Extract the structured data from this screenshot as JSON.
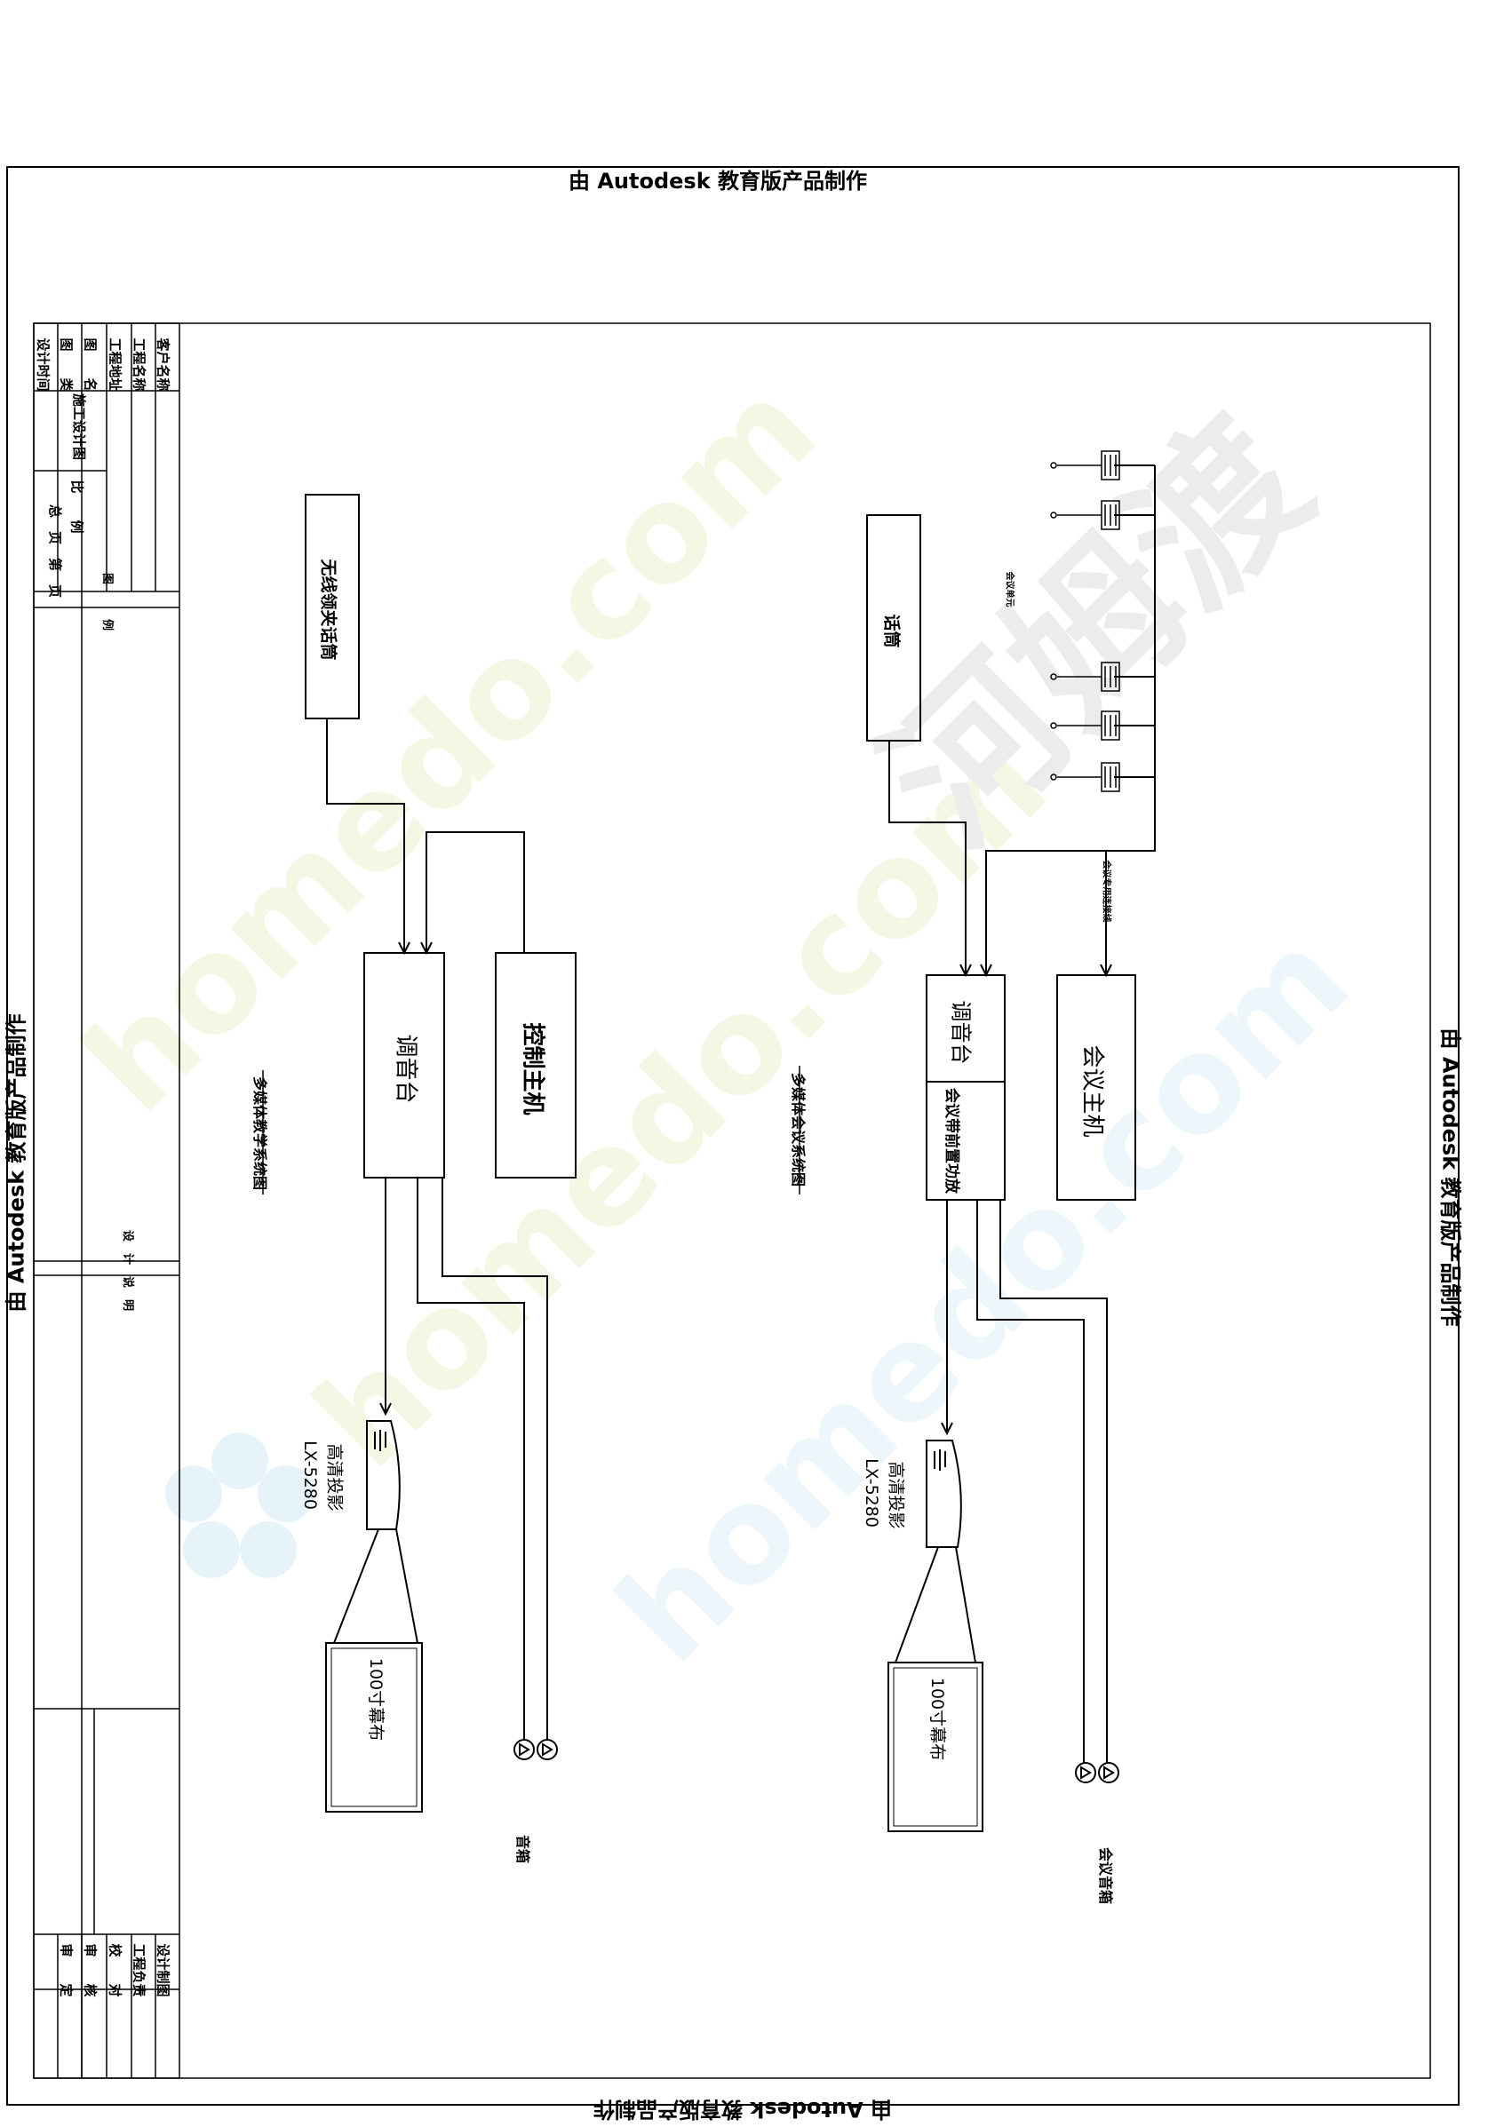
{
  "watermark": {
    "autodesk": "由 Autodesk 教育版产品制作",
    "homedo": "homedo.com",
    "homedo_cn": "河姆渡"
  },
  "title_block": {
    "top_rows": [
      "客户名称",
      "工程名称",
      "工程地址",
      "图　　名",
      "图　　类",
      "设计时间"
    ],
    "drawing_type": "施工设计图",
    "scale": "比　　例",
    "total_pages": "总　页　第　页",
    "legend": "图　　　例",
    "notes": "设　计　说　明",
    "bottom_rows": [
      "设计制图",
      "工程负责",
      "校　　对",
      "审　　核",
      "审　　定"
    ]
  },
  "diagram_teaching": {
    "title": "多媒体教学系统图",
    "wireless_mic": "无线领夹话筒",
    "mixer": "调音台",
    "control_host": "控制主机",
    "projector": "高清投影",
    "projector_model": "LX-5280",
    "screen": "100寸幕布",
    "speakers": "音箱"
  },
  "diagram_conference": {
    "title": "多媒体会议系统图",
    "mic": "话筒",
    "mixer": "调音台",
    "amp": "会议带前置功放",
    "conf_host": "会议主机",
    "units_label": "会议单元",
    "bus_label": "会议专用连接线",
    "projector": "高清投影",
    "projector_model": "LX-5280",
    "screen": "100寸幕布",
    "speakers": "会议音箱"
  },
  "colors": {
    "line": "#000000",
    "watermark_green": "#e6f2c8",
    "watermark_blue": "#d6eef8"
  }
}
